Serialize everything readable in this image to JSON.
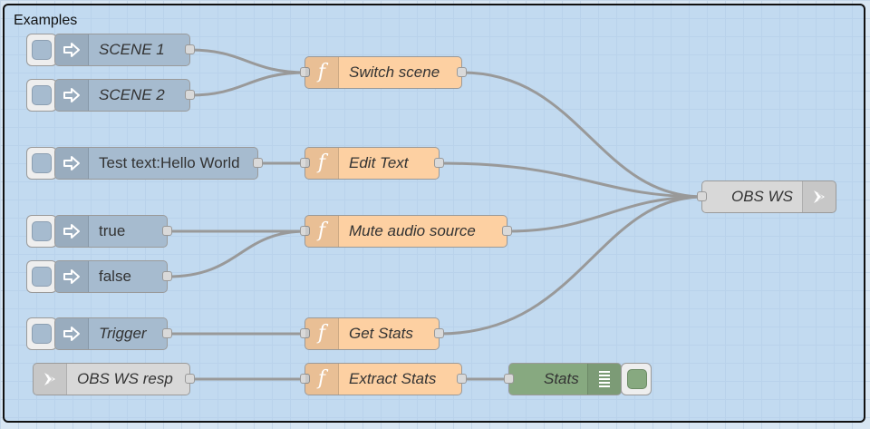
{
  "group": {
    "label": "Examples"
  },
  "icons": {
    "inject": "arrow-in-icon",
    "function": "function-icon",
    "websocket": "bridge-icon",
    "debug": "debug-list-icon"
  },
  "nodes": {
    "scene1": {
      "label": "SCENE 1"
    },
    "scene2": {
      "label": "SCENE 2"
    },
    "test_text": {
      "label": "Test text:Hello World"
    },
    "true_inject": {
      "label": "true"
    },
    "false_inject": {
      "label": "false"
    },
    "trigger": {
      "label": "Trigger"
    },
    "switch_scene": {
      "label": "Switch scene"
    },
    "edit_text": {
      "label": "Edit Text"
    },
    "mute_audio": {
      "label": "Mute audio source"
    },
    "get_stats": {
      "label": "Get Stats"
    },
    "obs_ws": {
      "label": "OBS WS"
    },
    "obs_ws_resp": {
      "label": "OBS WS resp"
    },
    "extract_stats": {
      "label": "Extract Stats"
    },
    "stats": {
      "label": "Stats"
    }
  },
  "colors": {
    "inject": "#a6bbcf",
    "function": "#fdd0a2",
    "websocket": "#d8d8d8",
    "debug": "#87a980",
    "wire": "#999999"
  }
}
